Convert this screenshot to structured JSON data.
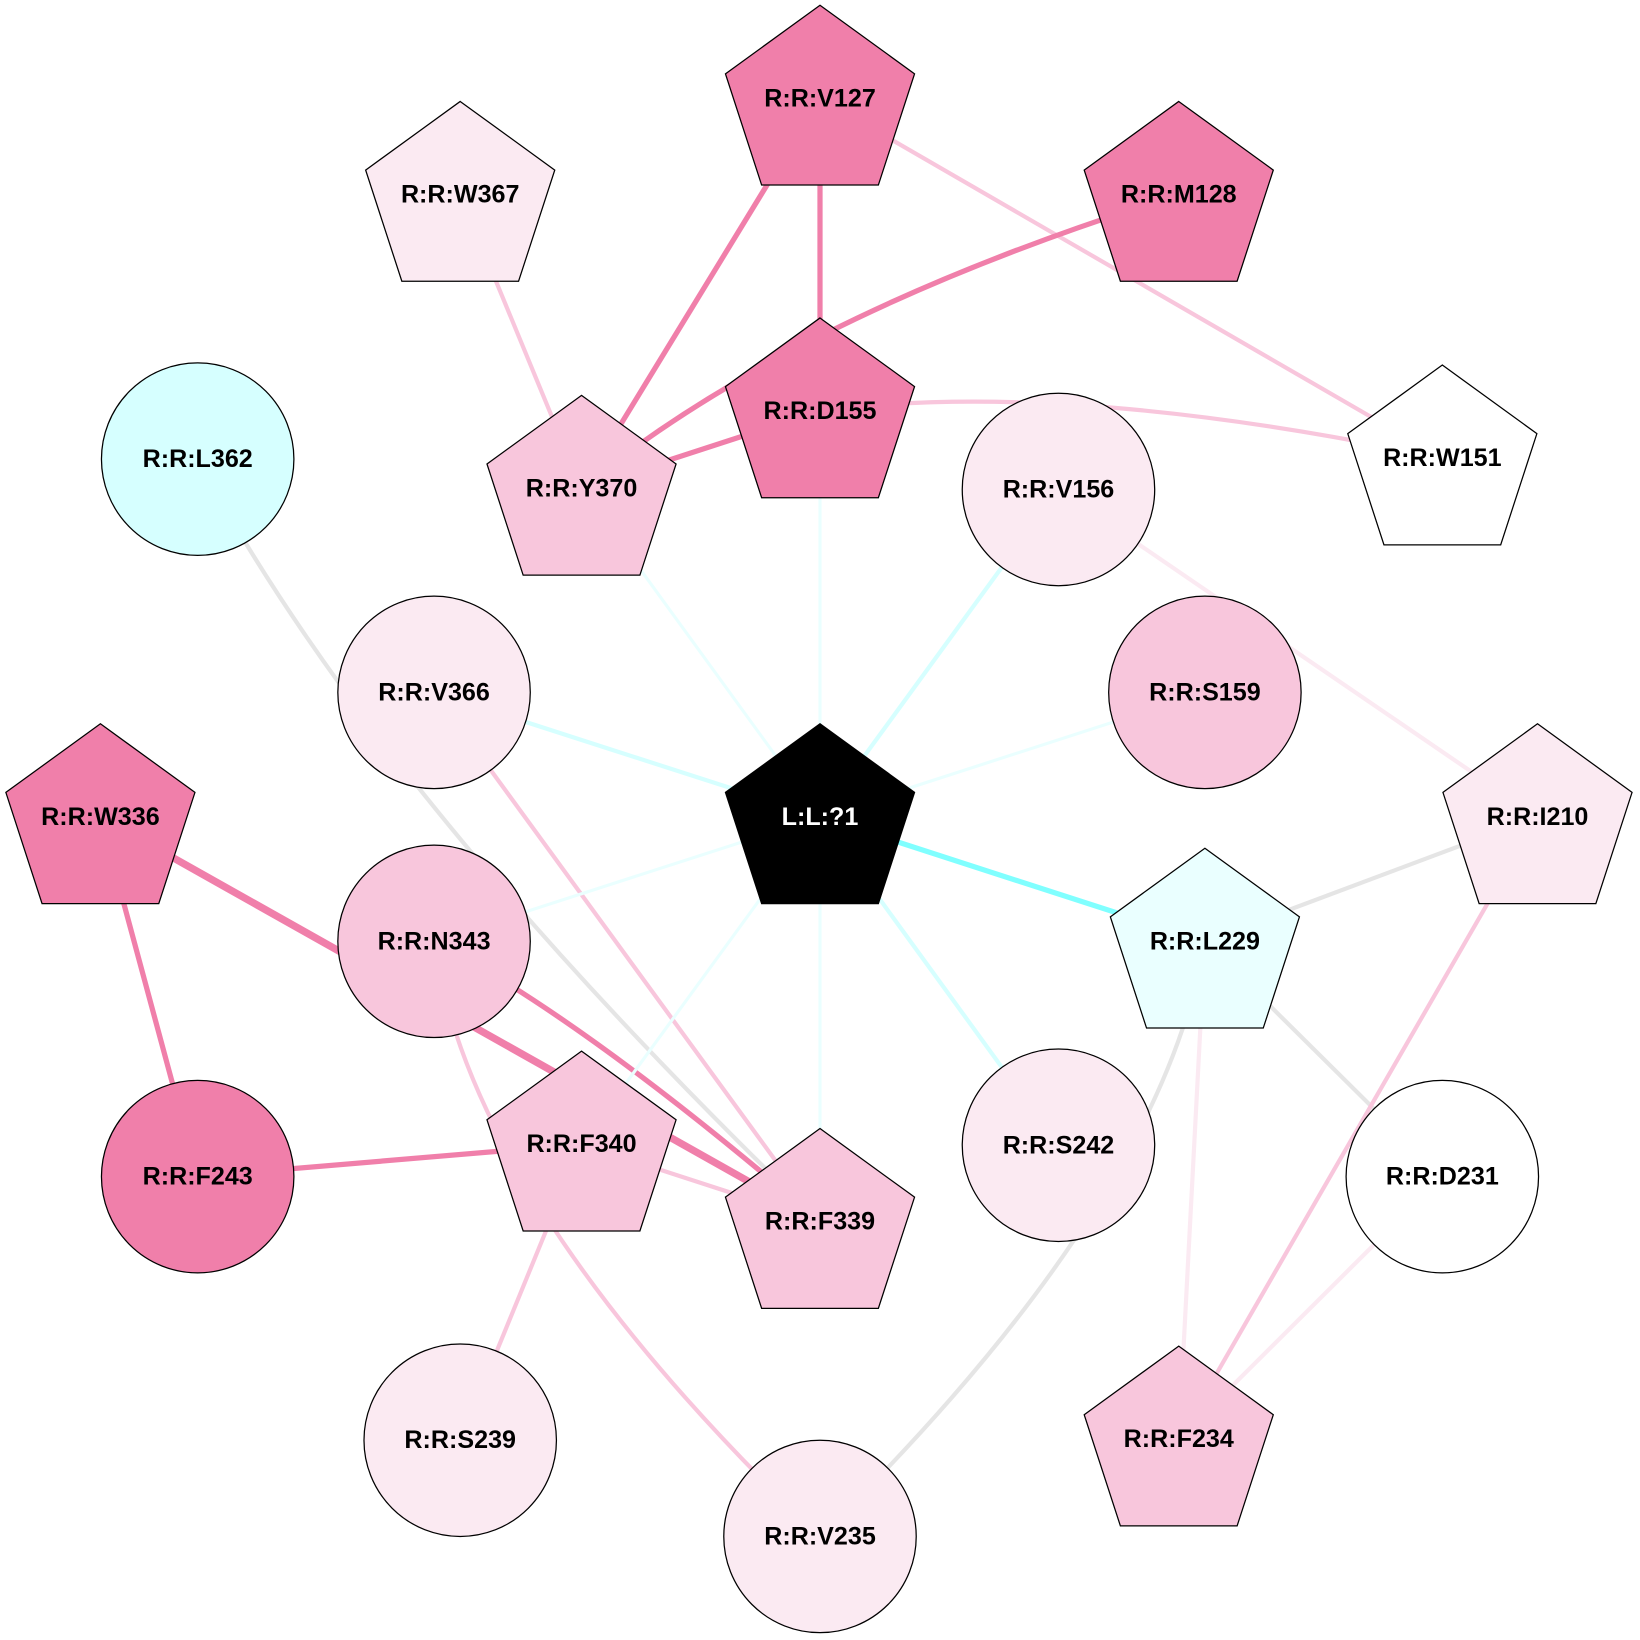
{
  "nodes": [
    {
      "id": "L:L:?1",
      "shape": "pentagon",
      "fill": "#000000",
      "text_color": "#ffffff"
    },
    {
      "id": "R:R:V127",
      "shape": "pentagon",
      "fill": "#f07faa"
    },
    {
      "id": "R:R:W367",
      "shape": "pentagon",
      "fill": "#fbeaf2"
    },
    {
      "id": "R:R:M128",
      "shape": "pentagon",
      "fill": "#f07faa"
    },
    {
      "id": "R:R:D155",
      "shape": "pentagon",
      "fill": "#f07faa"
    },
    {
      "id": "R:R:Y370",
      "shape": "pentagon",
      "fill": "#f8c6dc"
    },
    {
      "id": "R:R:W151",
      "shape": "pentagon",
      "fill": "#ffffff"
    },
    {
      "id": "R:R:L362",
      "shape": "circle",
      "fill": "#d6ffff"
    },
    {
      "id": "R:R:V156",
      "shape": "circle",
      "fill": "#fbeaf2"
    },
    {
      "id": "R:R:V366",
      "shape": "circle",
      "fill": "#fbeaf2"
    },
    {
      "id": "R:R:S159",
      "shape": "circle",
      "fill": "#f8c6dc"
    },
    {
      "id": "R:R:W336",
      "shape": "pentagon",
      "fill": "#f07faa"
    },
    {
      "id": "R:R:I210",
      "shape": "pentagon",
      "fill": "#fbeaf2"
    },
    {
      "id": "R:R:N343",
      "shape": "circle",
      "fill": "#f8c6dc"
    },
    {
      "id": "R:R:L229",
      "shape": "pentagon",
      "fill": "#eaffff"
    },
    {
      "id": "R:R:F243",
      "shape": "circle",
      "fill": "#f07faa"
    },
    {
      "id": "R:R:F340",
      "shape": "pentagon",
      "fill": "#f8c6dc"
    },
    {
      "id": "R:R:F339",
      "shape": "pentagon",
      "fill": "#f8c6dc"
    },
    {
      "id": "R:R:S242",
      "shape": "circle",
      "fill": "#fbeaf2"
    },
    {
      "id": "R:R:D231",
      "shape": "circle",
      "fill": "#ffffff"
    },
    {
      "id": "R:R:S239",
      "shape": "circle",
      "fill": "#fbeaf2"
    },
    {
      "id": "R:R:V235",
      "shape": "circle",
      "fill": "#fbeaf2"
    },
    {
      "id": "R:R:F234",
      "shape": "pentagon",
      "fill": "#f8c6dc"
    }
  ],
  "edges": [
    {
      "source": "R:R:V127",
      "target": "R:R:Y370",
      "color": "#f07faa"
    },
    {
      "source": "R:R:V127",
      "target": "R:R:D155",
      "color": "#f07faa"
    },
    {
      "source": "R:R:V127",
      "target": "R:R:W151",
      "color": "#f8c6dc"
    },
    {
      "source": "R:R:M128",
      "target": "R:R:Y370",
      "color": "#f07faa"
    },
    {
      "source": "R:R:W367",
      "target": "R:R:Y370",
      "color": "#f8c6dc"
    },
    {
      "source": "R:R:D155",
      "target": "R:R:Y370",
      "color": "#f07faa"
    },
    {
      "source": "R:R:D155",
      "target": "R:R:W151",
      "color": "#f8c6dc"
    },
    {
      "source": "R:R:D155",
      "target": "L:L:?1",
      "color": "#eaffff"
    },
    {
      "source": "R:R:Y370",
      "target": "L:L:?1",
      "color": "#eaffff"
    },
    {
      "source": "R:R:V156",
      "target": "L:L:?1",
      "color": "#d6ffff"
    },
    {
      "source": "R:R:V156",
      "target": "R:R:I210",
      "color": "#fbeaf2"
    },
    {
      "source": "R:R:V366",
      "target": "L:L:?1",
      "color": "#d6ffff"
    },
    {
      "source": "R:R:V366",
      "target": "R:R:F339",
      "color": "#f8c6dc"
    },
    {
      "source": "R:R:S159",
      "target": "L:L:?1",
      "color": "#eaffff"
    },
    {
      "source": "R:R:L362",
      "target": "R:R:F339",
      "color": "#e5e5e5"
    },
    {
      "source": "R:R:W336",
      "target": "R:R:F243",
      "color": "#f07faa"
    },
    {
      "source": "R:R:W336",
      "target": "R:R:F339",
      "color": "#f07faa"
    },
    {
      "source": "R:R:N343",
      "target": "R:R:F339",
      "color": "#f07faa"
    },
    {
      "source": "R:R:N343",
      "target": "L:L:?1",
      "color": "#eaffff"
    },
    {
      "source": "R:R:N343",
      "target": "R:R:V235",
      "color": "#f8c6dc"
    },
    {
      "source": "R:R:F340",
      "target": "L:L:?1",
      "color": "#eaffff"
    },
    {
      "source": "R:R:F339",
      "target": "L:L:?1",
      "color": "#eaffff"
    },
    {
      "source": "R:R:S242",
      "target": "L:L:?1",
      "color": "#d6ffff"
    },
    {
      "source": "R:R:L229",
      "target": "L:L:?1",
      "color": "#80ffff"
    },
    {
      "source": "R:R:F243",
      "target": "R:R:F340",
      "color": "#f07faa"
    },
    {
      "source": "R:R:F340",
      "target": "R:R:F339",
      "color": "#f8c6dc"
    },
    {
      "source": "R:R:F340",
      "target": "R:R:S239",
      "color": "#f8c6dc"
    },
    {
      "source": "R:R:L229",
      "target": "R:R:I210",
      "color": "#e5e5e5"
    },
    {
      "source": "R:R:L229",
      "target": "R:R:D231",
      "color": "#e5e5e5"
    },
    {
      "source": "R:R:L229",
      "target": "R:R:V235",
      "color": "#e5e5e5"
    },
    {
      "source": "R:R:L229",
      "target": "R:R:F234",
      "color": "#fbeaf2"
    },
    {
      "source": "R:R:I210",
      "target": "R:R:F234",
      "color": "#f8c6dc"
    },
    {
      "source": "R:R:D231",
      "target": "R:R:F234",
      "color": "#fbeaf2"
    }
  ]
}
